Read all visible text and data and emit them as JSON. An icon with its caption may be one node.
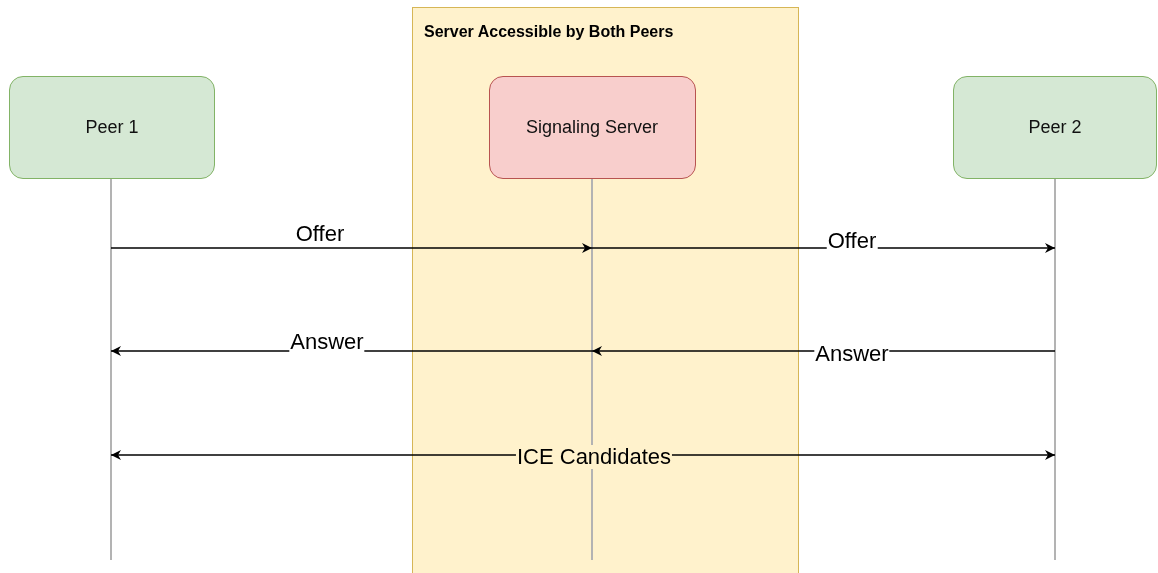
{
  "diagram": {
    "nodes": [
      {
        "text": [
          "Server Accessible by Both Peers"
        ]
      },
      {
        "text": [
          "Peer 1"
        ]
      },
      {
        "text": [
          "Signaling Server"
        ],
        "in": 0
      },
      {
        "text": [
          "Peer 2"
        ]
      }
    ],
    "edges": [
      {
        "from": 1,
        "to": 2,
        "arrow": "to",
        "label": "Offer"
      },
      {
        "from": 2,
        "to": 3,
        "arrow": "to",
        "label": "Offer"
      },
      {
        "from": 3,
        "to": 2,
        "arrow": "to",
        "label": "Answer"
      },
      {
        "from": 2,
        "to": 1,
        "arrow": "to",
        "label": "Answer"
      },
      {
        "from": 1,
        "to": 3,
        "arrow": "both",
        "label": "ICE Candidates"
      }
    ]
  }
}
